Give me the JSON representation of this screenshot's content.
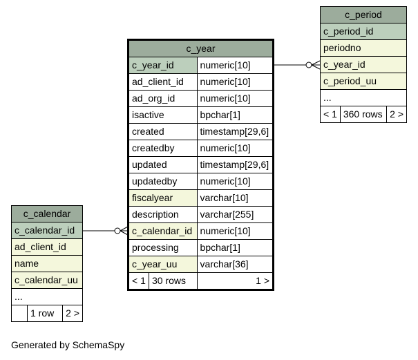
{
  "diagram": {
    "caption": "Generated by SchemaSpy",
    "colors": {
      "header": "#9cac9c",
      "primary_key": "#bccfbc",
      "foreign_key": "#f4f7dc",
      "plain": "#ffffff"
    },
    "tables": {
      "c_year": {
        "name": "c_year",
        "columns": [
          {
            "name": "c_year_id",
            "type": "numeric[10]",
            "role": "pk"
          },
          {
            "name": "ad_client_id",
            "type": "numeric[10]",
            "role": "plain"
          },
          {
            "name": "ad_org_id",
            "type": "numeric[10]",
            "role": "plain"
          },
          {
            "name": "isactive",
            "type": "bpchar[1]",
            "role": "plain"
          },
          {
            "name": "created",
            "type": "timestamp[29,6]",
            "role": "plain"
          },
          {
            "name": "createdby",
            "type": "numeric[10]",
            "role": "plain"
          },
          {
            "name": "updated",
            "type": "timestamp[29,6]",
            "role": "plain"
          },
          {
            "name": "updatedby",
            "type": "numeric[10]",
            "role": "plain"
          },
          {
            "name": "fiscalyear",
            "type": "varchar[10]",
            "role": "fk"
          },
          {
            "name": "description",
            "type": "varchar[255]",
            "role": "plain"
          },
          {
            "name": "c_calendar_id",
            "type": "numeric[10]",
            "role": "fk"
          },
          {
            "name": "processing",
            "type": "bpchar[1]",
            "role": "plain"
          },
          {
            "name": "c_year_uu",
            "type": "varchar[36]",
            "role": "fk"
          }
        ],
        "footer": {
          "prev": "< 1",
          "rows": "30 rows",
          "next": "1 >"
        }
      },
      "c_period": {
        "name": "c_period",
        "columns": [
          {
            "name": "c_period_id",
            "role": "pk"
          },
          {
            "name": "periodno",
            "role": "fk"
          },
          {
            "name": "c_year_id",
            "role": "fk"
          },
          {
            "name": "c_period_uu",
            "role": "fk"
          },
          {
            "name": "...",
            "role": "plain"
          }
        ],
        "footer": {
          "prev": "< 1",
          "rows": "360 rows",
          "next": "2 >"
        }
      },
      "c_calendar": {
        "name": "c_calendar",
        "columns": [
          {
            "name": "c_calendar_id",
            "role": "pk"
          },
          {
            "name": "ad_client_id",
            "role": "fk"
          },
          {
            "name": "name",
            "role": "fk"
          },
          {
            "name": "c_calendar_uu",
            "role": "fk"
          },
          {
            "name": "...",
            "role": "plain"
          }
        ],
        "footer": {
          "prev": "",
          "rows": "1 row",
          "next": "2 >"
        }
      }
    },
    "relationships": [
      {
        "from": "c_period.c_year_id",
        "to": "c_year.c_year_id",
        "cardinality": "zero-or-many to one"
      },
      {
        "from": "c_year.c_calendar_id",
        "to": "c_calendar.c_calendar_id",
        "cardinality": "zero-or-many to one"
      }
    ]
  }
}
